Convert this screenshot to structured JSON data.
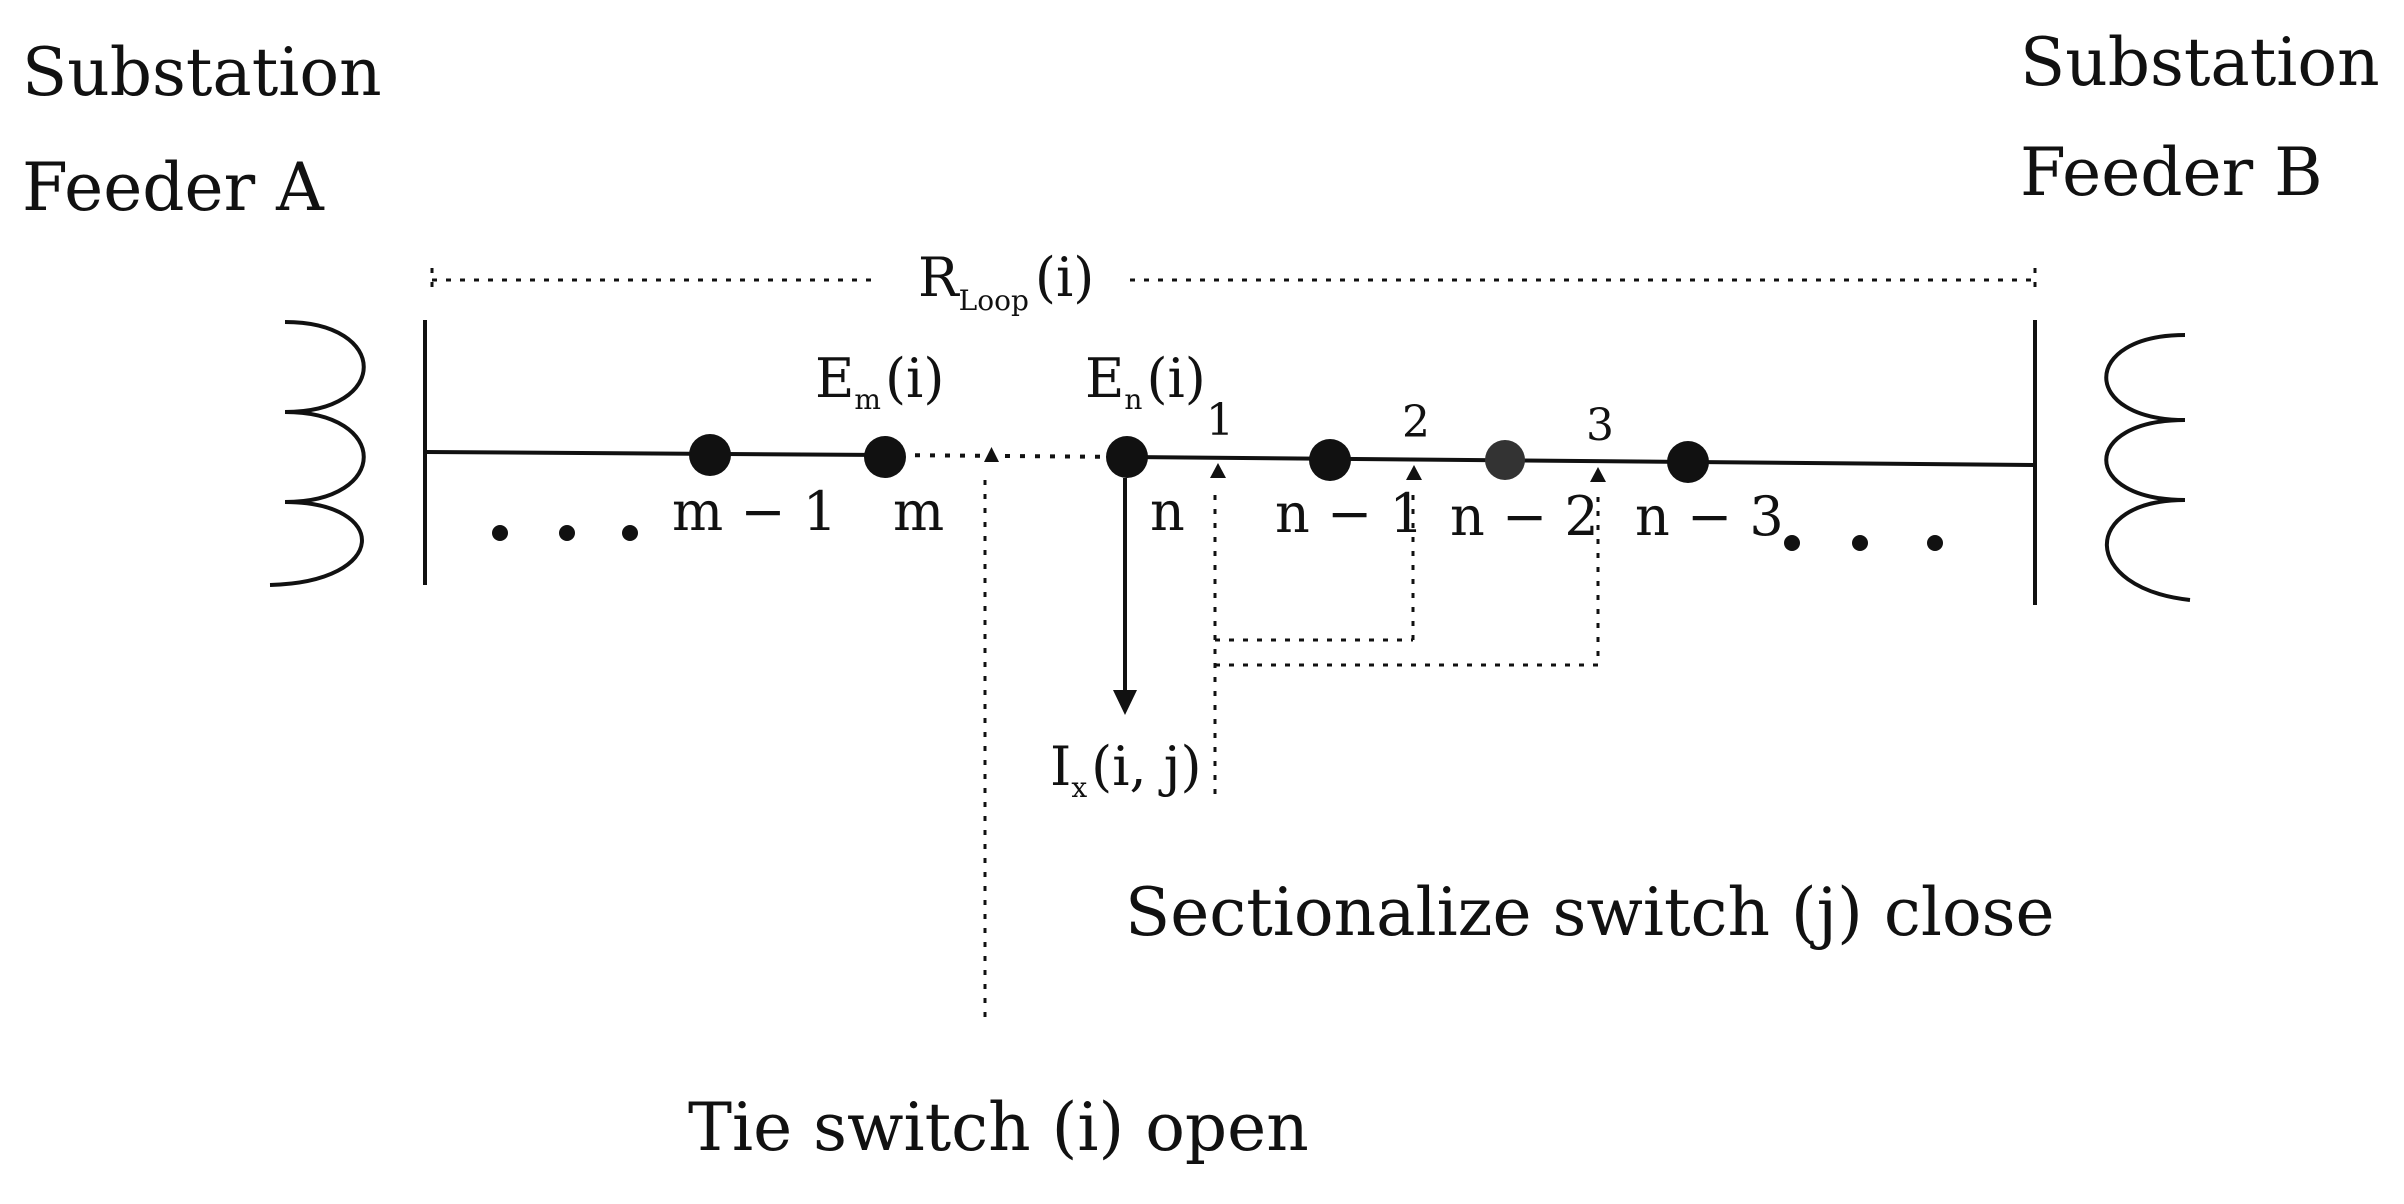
{
  "feeder_a": {
    "line1": "Substation",
    "line2": "Feeder A"
  },
  "feeder_b": {
    "line1": "Substation",
    "line2": "Feeder B"
  },
  "r_loop": {
    "main": "R",
    "sub": "Loop",
    "suffix": "(i)"
  },
  "em": {
    "main": "E",
    "sub": "m",
    "suffix": "(i)"
  },
  "en": {
    "main": "E",
    "sub": "n",
    "suffix": "(i)"
  },
  "ix": {
    "main": "I",
    "sub": "x",
    "suffix": "(i, j)"
  },
  "node_labels": {
    "m_minus_1": "m − 1",
    "m": "m",
    "n": "n",
    "n_minus_1": "n − 1",
    "n_minus_2": "n − 2",
    "n_minus_3": "n − 3"
  },
  "switch_numbers": {
    "s1": "1",
    "s2": "2",
    "s3": "3"
  },
  "captions": {
    "sectionalize": "Sectionalize switch (j) close",
    "tie": "Tie switch (i) open"
  },
  "colors": {
    "ink": "#111111",
    "background": "#ffffff"
  }
}
